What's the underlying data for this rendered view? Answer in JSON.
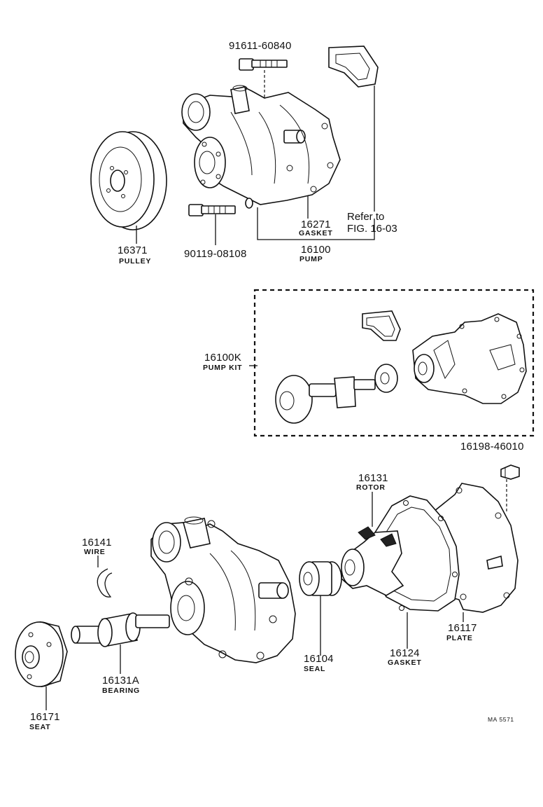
{
  "parts": {
    "bolt_top": "91611-60840",
    "pulley": {
      "number": "16371",
      "name": "PULLEY"
    },
    "bolt_lower": "90119-08108",
    "gasket_upper": {
      "number": "16271",
      "name": "GASKET"
    },
    "pump": {
      "number": "16100",
      "name": "PUMP"
    },
    "reference": {
      "line1": "Refer to",
      "line2": "FIG. 16-03"
    },
    "pump_kit": {
      "number": "16100K",
      "name": "PUMP KIT"
    },
    "screw": "16198-46010",
    "rotor": {
      "number": "16131",
      "name": "ROTOR"
    },
    "wire": {
      "number": "16141",
      "name": "WIRE"
    },
    "plate": {
      "number": "16117",
      "name": "PLATE"
    },
    "seal": {
      "number": "16104",
      "name": "SEAL"
    },
    "gasket_lower": {
      "number": "16124",
      "name": "GASKET"
    },
    "bearing": {
      "number": "16131A",
      "name": "BEARING"
    },
    "seat": {
      "number": "16171",
      "name": "SEAT"
    }
  },
  "drawing_code": "MA 5571"
}
